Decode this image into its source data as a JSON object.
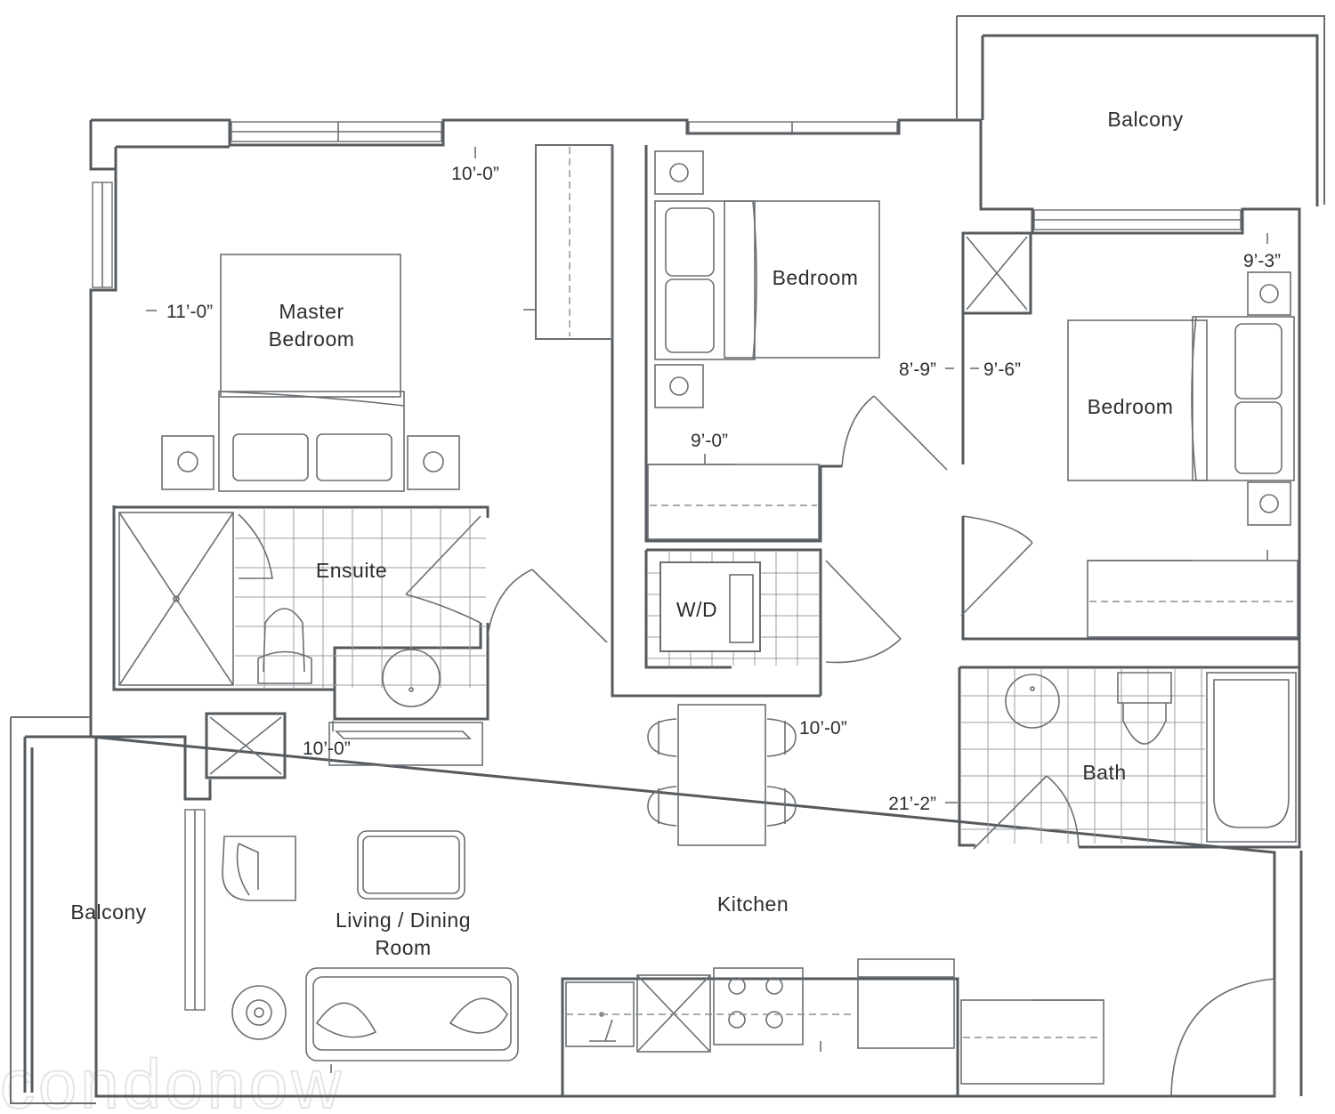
{
  "rooms": {
    "balcony_top": "Balcony",
    "master_bedroom_line1": "Master",
    "master_bedroom_line2": "Bedroom",
    "bedroom_center": "Bedroom",
    "bedroom_right": "Bedroom",
    "ensuite": "Ensuite",
    "wd": "W/D",
    "bath": "Bath",
    "kitchen": "Kitchen",
    "living_line1": "Living / Dining",
    "living_line2": "Room",
    "balcony_left": "Balcony"
  },
  "dimensions": {
    "master_width": "10’-0”",
    "master_depth": "11’-0”",
    "bedroom_center_width": "9’-0”",
    "bedroom_center_depth": "8’-9”",
    "bedroom_right_depth": "9’-6”",
    "bedroom_right_width": "9’-3”",
    "living_width": "10’-0”",
    "kitchen_width": "10’-0”",
    "unit_depth": "21’-2”"
  },
  "watermark": "condonow",
  "colors": {
    "wall": "#555a5e",
    "text": "#2b2e30",
    "background": "#ffffff"
  }
}
